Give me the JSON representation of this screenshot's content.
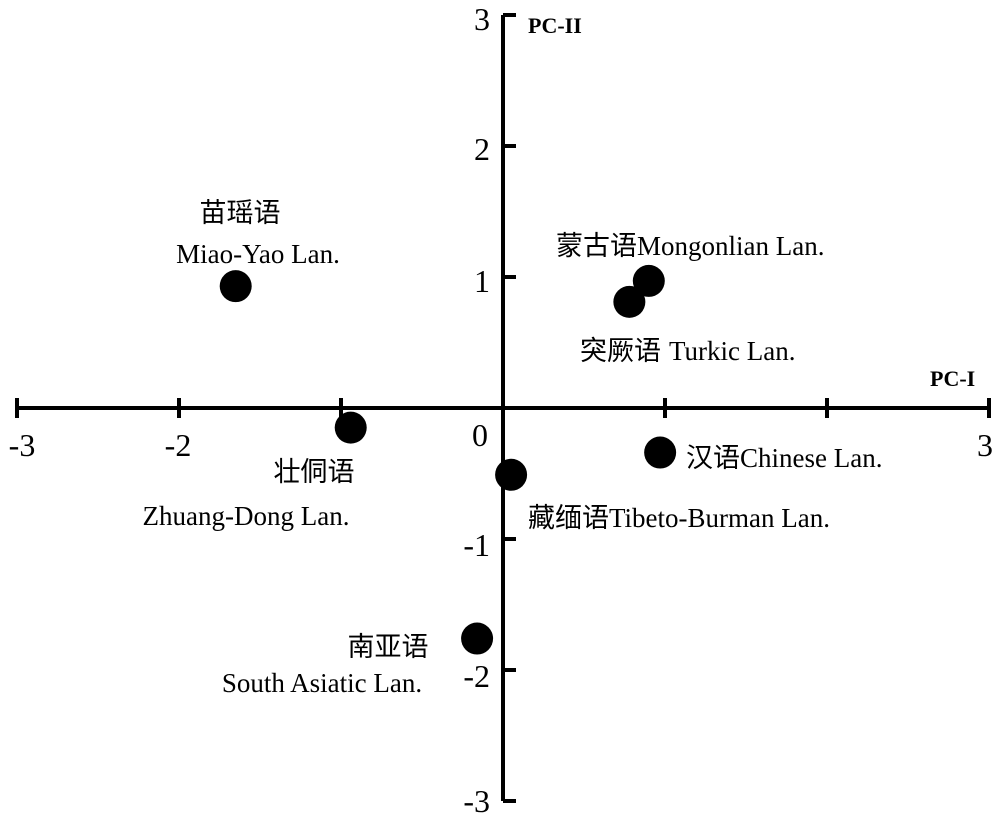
{
  "chart_data": {
    "type": "scatter",
    "title": "",
    "xlabel": "PC-I",
    "ylabel": "PC-II",
    "xlim": [
      -3,
      3
    ],
    "ylim": [
      -3,
      3
    ],
    "grid": false,
    "x_ticks": [
      -3,
      -2,
      -1,
      0,
      1,
      2,
      3
    ],
    "y_ticks": [
      -3,
      -2,
      -1,
      1,
      2,
      3
    ],
    "x_tick_labels": [
      "-3",
      "-2",
      "0",
      "3"
    ],
    "y_tick_labels": [
      "3",
      "2",
      "1",
      "-1",
      "-2",
      "-3"
    ],
    "points": [
      {
        "name": "Miao-Yao",
        "label_cn": "苗瑶语",
        "label_en": "Miao-Yao Lan.",
        "x": -1.65,
        "y": 0.93
      },
      {
        "name": "Mongolian",
        "label_cn": "蒙古语",
        "label_en": "Mongonlian Lan.",
        "x": 0.9,
        "y": 0.97
      },
      {
        "name": "Turkic",
        "label_cn": "突厥语",
        "label_en": "Turkic Lan.",
        "x": 0.78,
        "y": 0.81
      },
      {
        "name": "Zhuang-Dong",
        "label_cn": "壮侗语",
        "label_en": "Zhuang-Dong Lan.",
        "x": -0.94,
        "y": -0.15
      },
      {
        "name": "Chinese",
        "label_cn": "汉语",
        "label_en": "Chinese Lan.",
        "x": 0.97,
        "y": -0.34
      },
      {
        "name": "Tibeto-Burman",
        "label_cn": "藏缅语",
        "label_en": "Tibeto-Burman Lan.",
        "x": 0.05,
        "y": -0.51
      },
      {
        "name": "South Asiatic",
        "label_cn": "南亚语",
        "label_en": "South Asiatic Lan.",
        "x": -0.16,
        "y": -1.76
      }
    ]
  }
}
